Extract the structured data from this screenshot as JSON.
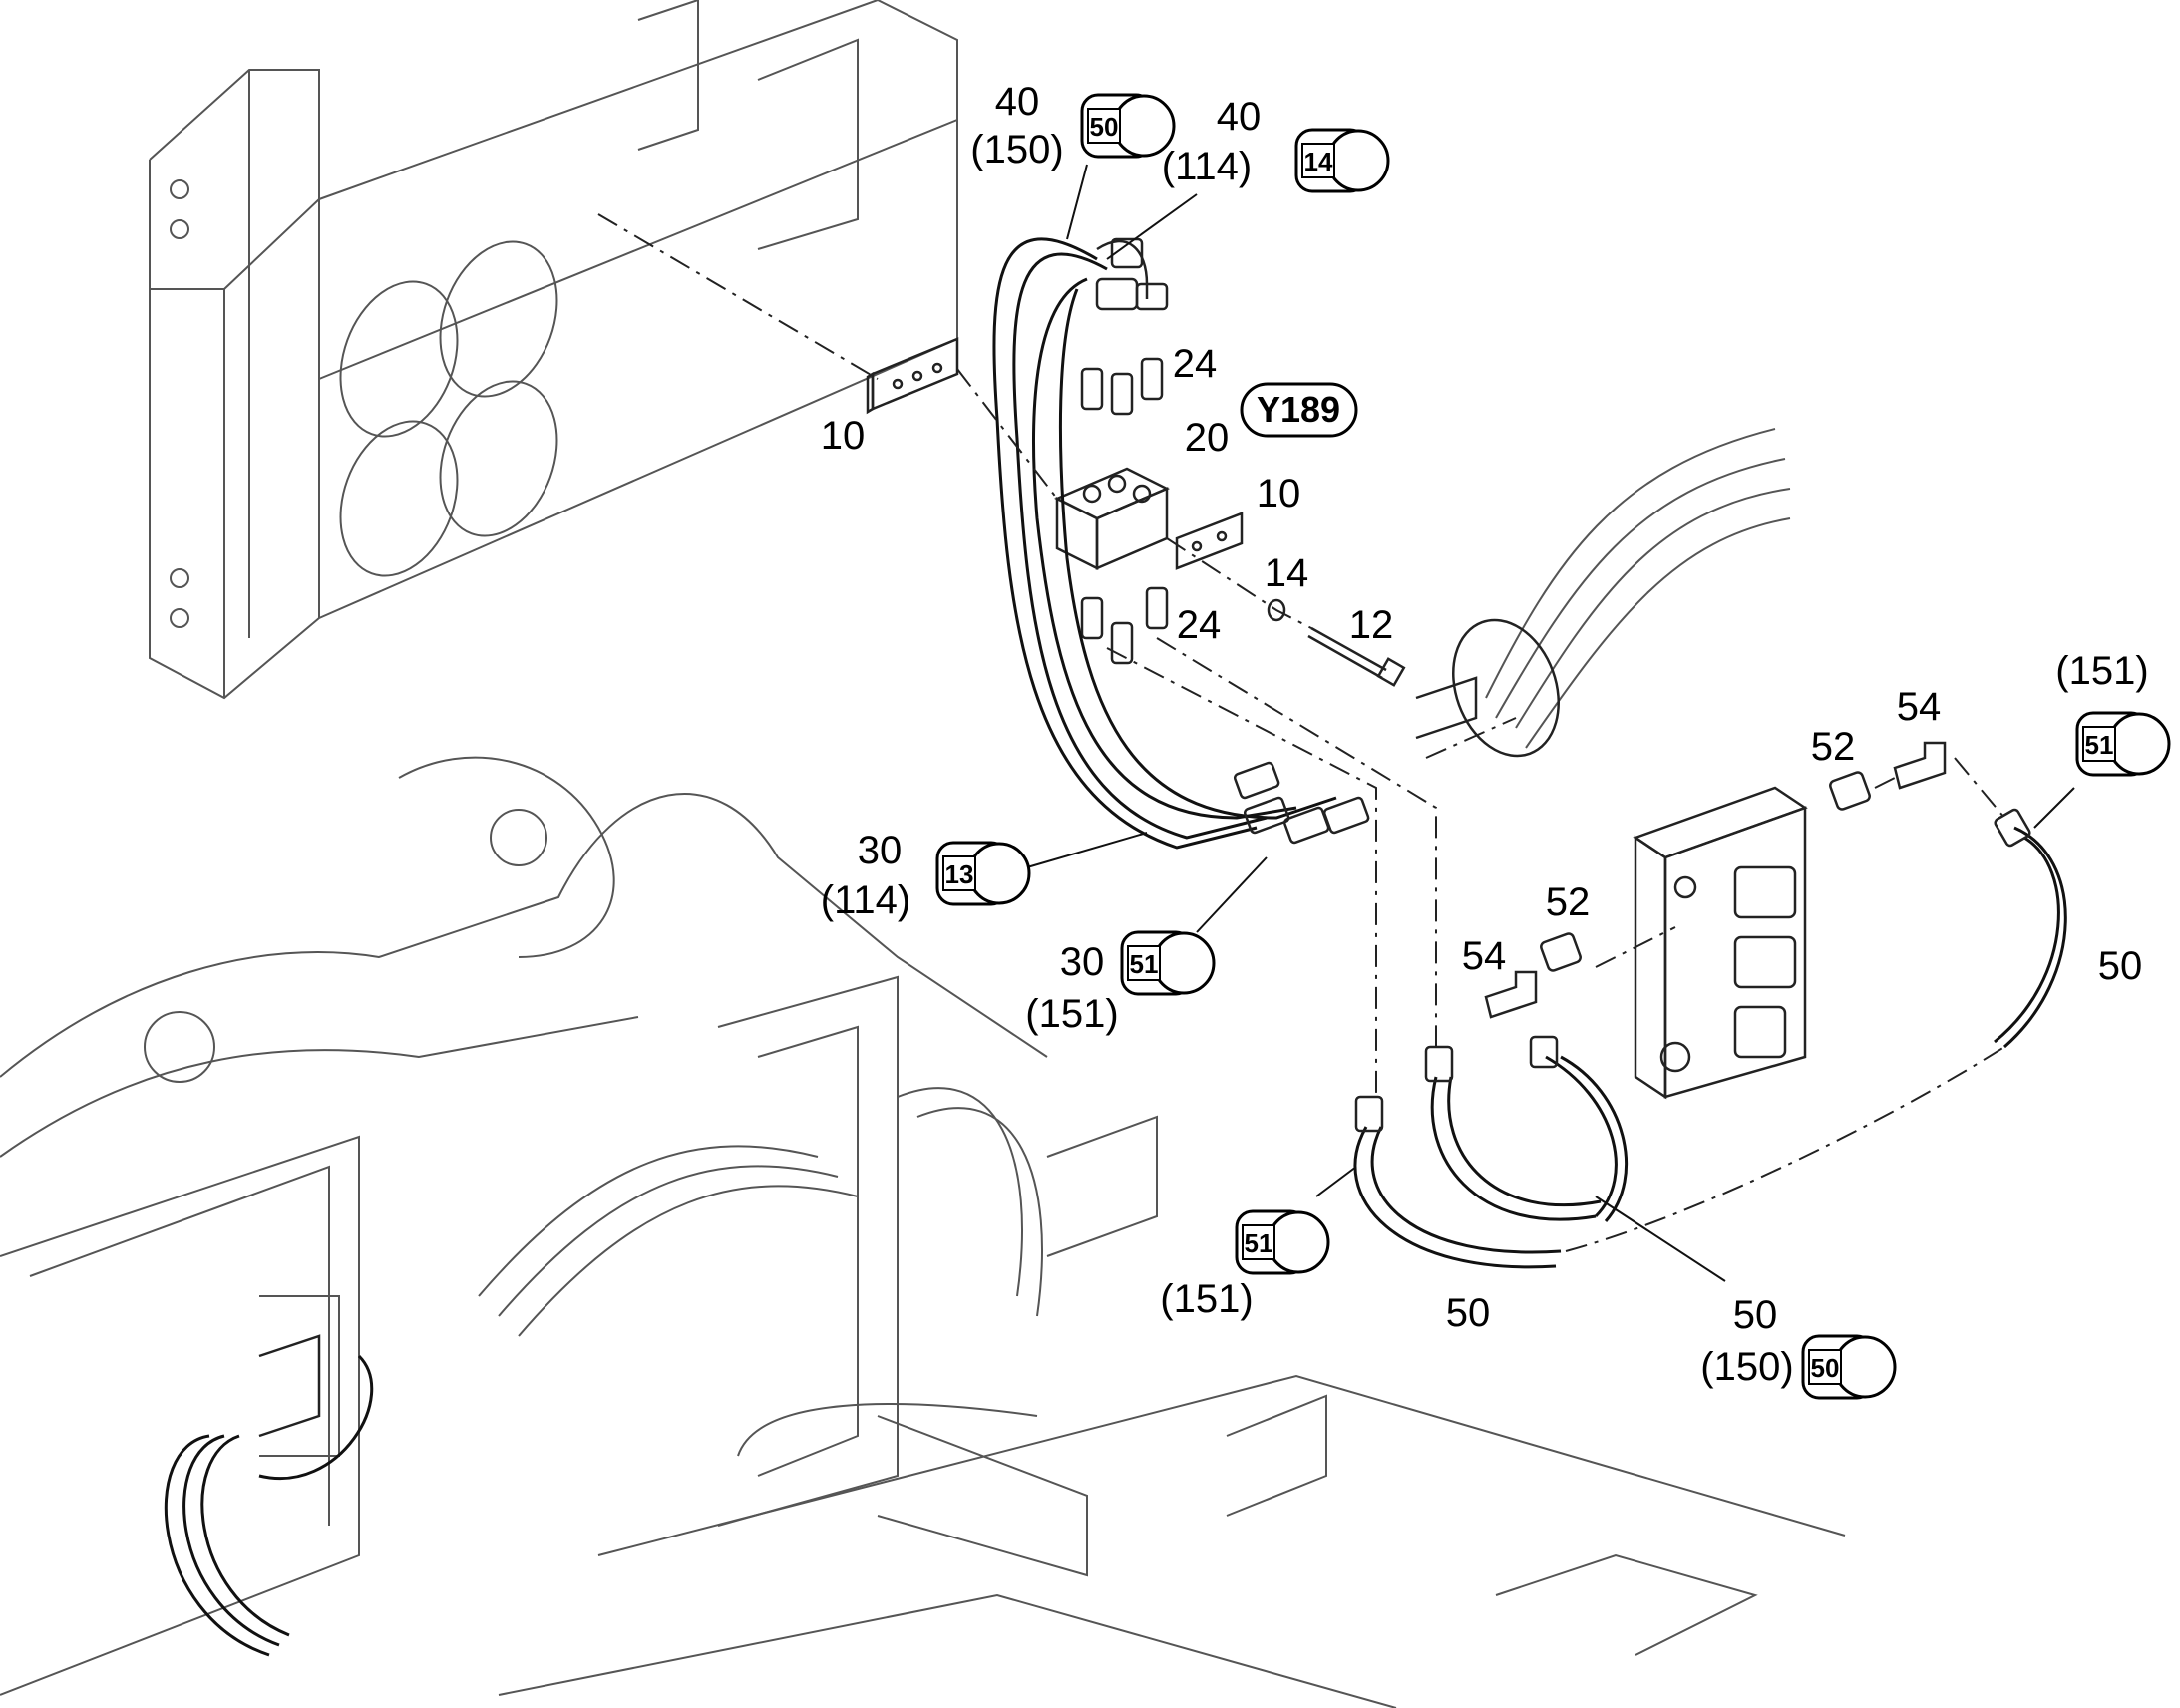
{
  "reference_tag": "Y189",
  "callouts": [
    {
      "id": "c40a",
      "number": "40",
      "sub": "(150)",
      "tag": "50"
    },
    {
      "id": "c40b",
      "number": "40",
      "sub": "(114)",
      "tag": "14"
    },
    {
      "id": "c24a",
      "number": "24"
    },
    {
      "id": "c10a",
      "number": "10"
    },
    {
      "id": "c20",
      "number": "20"
    },
    {
      "id": "c10b",
      "number": "10"
    },
    {
      "id": "c14",
      "number": "14"
    },
    {
      "id": "c12",
      "number": "12"
    },
    {
      "id": "c24b",
      "number": "24"
    },
    {
      "id": "c30a",
      "number": "30",
      "sub": "(114)",
      "tag": "13"
    },
    {
      "id": "c30b",
      "number": "30",
      "sub": "(151)",
      "tag": "51"
    },
    {
      "id": "c52a",
      "number": "52"
    },
    {
      "id": "c54a",
      "number": "54"
    },
    {
      "id": "c151",
      "sub": "(151)",
      "tag": "51"
    },
    {
      "id": "c52b",
      "number": "52"
    },
    {
      "id": "c54b",
      "number": "54"
    },
    {
      "id": "c50a",
      "number": "50"
    },
    {
      "id": "c151b",
      "sub": "(151)",
      "tag": "51"
    },
    {
      "id": "c50b",
      "number": "50"
    },
    {
      "id": "c50c",
      "number": "50",
      "sub": "(150)",
      "tag": "50"
    }
  ]
}
